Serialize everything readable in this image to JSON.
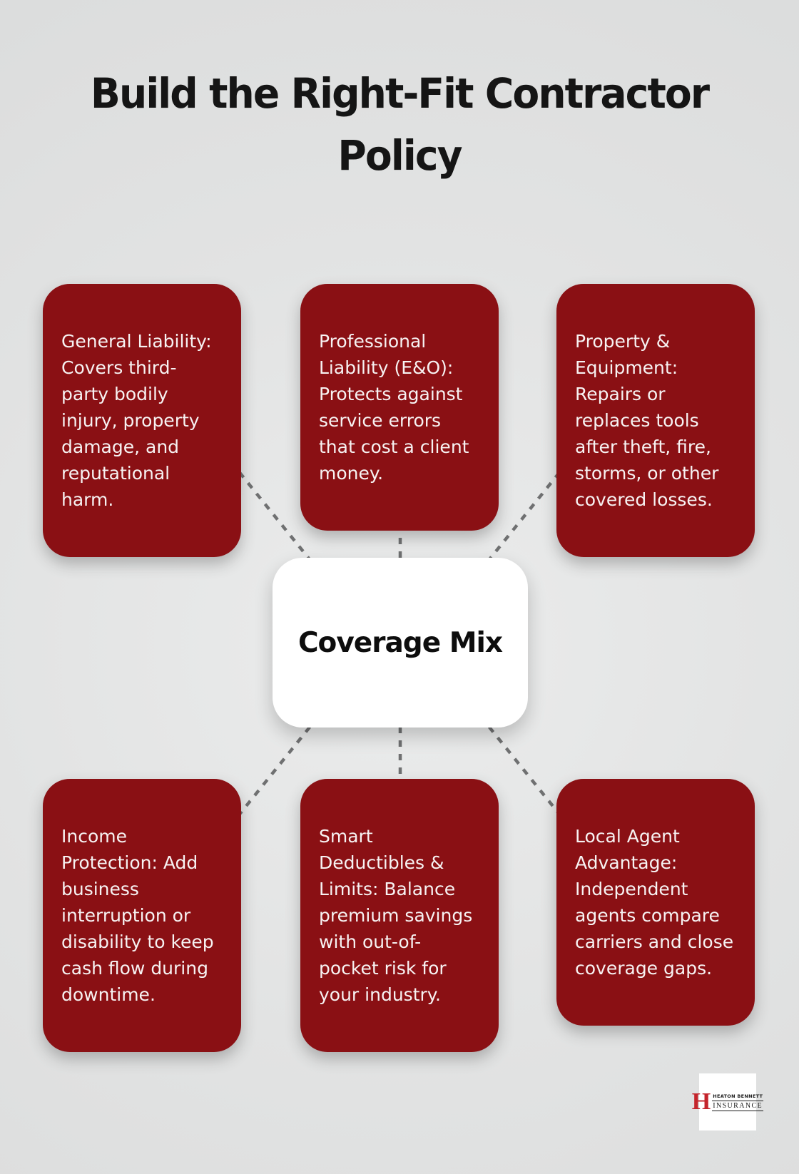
{
  "title": "Build the Right-Fit Contractor\nPolicy",
  "center_label": "Coverage Mix",
  "nodes": [
    {
      "id": "general-liability",
      "position": "top-left",
      "text": "General Liability:\nCovers third-\nparty bodily\ninjury, property\ndamage, and\nreputational\nharm."
    },
    {
      "id": "professional-liability",
      "position": "top-center",
      "text": "Professional\nLiability (E&O):\nProtects against\nservice errors\nthat cost a client\nmoney."
    },
    {
      "id": "property-equipment",
      "position": "top-right",
      "text": "Property &\nEquipment:\nRepairs or\nreplaces tools\nafter theft, fire,\nstorms, or other\ncovered losses."
    },
    {
      "id": "income-protection",
      "position": "bottom-left",
      "text": "Income\nProtection: Add\nbusiness\ninterruption or\ndisability to keep\ncash flow during\ndowntime."
    },
    {
      "id": "smart-deductibles",
      "position": "bottom-center",
      "text": "Smart\nDeductibles &\nLimits: Balance\npremium savings\nwith out-of-\npocket risk for\nyour industry."
    },
    {
      "id": "local-agent-advantage",
      "position": "bottom-right",
      "text": "Local Agent\nAdvantage:\nIndependent\nagents compare\ncarriers and close\ncoverage gaps."
    }
  ],
  "logo": {
    "monogram": "H",
    "company": "HEATON BENNETT",
    "word": "INSURANCE"
  },
  "colors": {
    "box_red": "#8A1014",
    "background": "#E2E3E3",
    "line_gray": "#6F7071",
    "title_black": "#151515",
    "box_text": "#F7F2F2",
    "logo_red": "#C4242B"
  }
}
